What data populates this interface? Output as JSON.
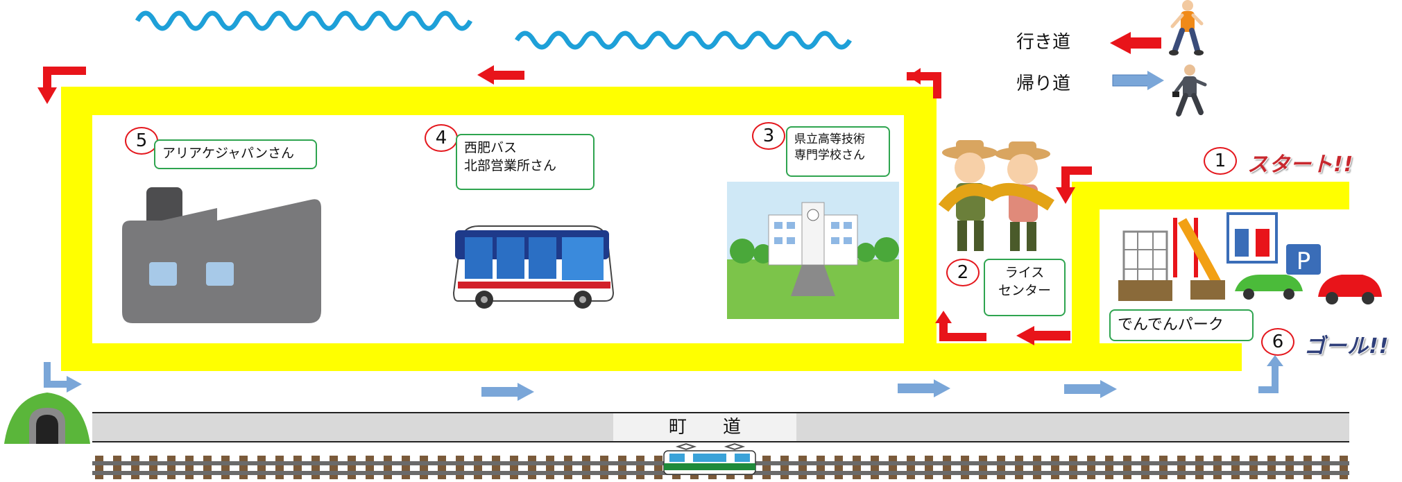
{
  "legend": {
    "outbound": "行き道",
    "return": "帰り道"
  },
  "stops": [
    {
      "number": "1",
      "callout": "スタート!!"
    },
    {
      "number": "2",
      "label_line1": "ライス",
      "label_line2": "センター"
    },
    {
      "number": "3",
      "label_line1": "県立高等技術",
      "label_line2": "専門学校さん"
    },
    {
      "number": "4",
      "label_line1": "西肥バス",
      "label_line2": "北部営業所さん"
    },
    {
      "number": "5",
      "label_line1": "アリアケジャパンさん"
    },
    {
      "number": "6",
      "callout": "ゴール!!"
    }
  ],
  "park_label": "でんでんパーク",
  "road_label": "町　　道",
  "colors": {
    "route": "#ffff00",
    "outbound_arrow": "#e8141a",
    "return_arrow": "#7aa6d8",
    "wave": "#1ea0d8",
    "box_border": "#2ea44f"
  },
  "icons": [
    "wave-icon",
    "walking-man-icon",
    "walking-businessman-icon",
    "factory-icon",
    "bus-icon",
    "school-icon",
    "farmers-icon",
    "playground-icon",
    "tunnel-icon",
    "train-icon"
  ]
}
